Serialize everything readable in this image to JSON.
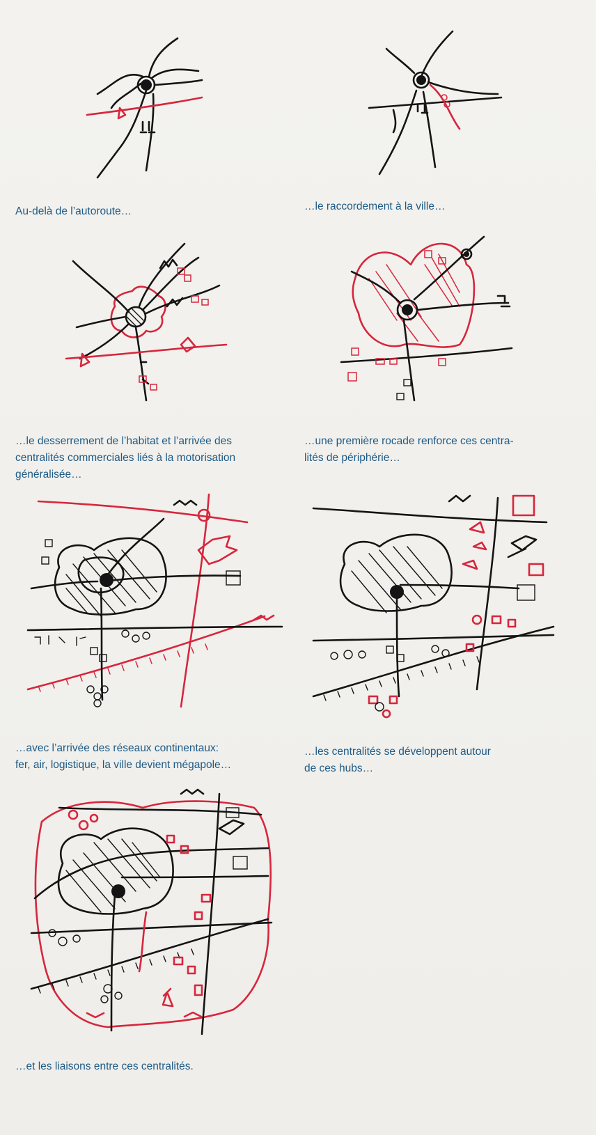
{
  "panels": [
    {
      "caption_lines": [
        "Au-delà de l’autoroute…"
      ]
    },
    {
      "caption_lines": [
        "…le raccordement à la ville…"
      ]
    },
    {
      "caption_lines": [
        "…le desserrement de l’habitat et l’arrivée des",
        "centralités commerciales liés à la motorisation",
        "généralisée…"
      ]
    },
    {
      "caption_lines": [
        "…une première rocade renforce ces centra-",
        "lités de périphérie…"
      ]
    },
    {
      "caption_lines": [
        "…avec l’arrivée des réseaux continentaux:",
        "fer, air, logistique, la ville devient mégapole…"
      ]
    },
    {
      "caption_lines": [
        "…les centralités se développent autour",
        "de ces hubs…"
      ]
    },
    {
      "caption_lines": [
        "…et les liaisons entre ces centralités."
      ]
    }
  ],
  "colors": {
    "caption": "#1d5a86",
    "ink_black": "#141414",
    "ink_red": "#d7263d",
    "paper": "#f1f0ec"
  }
}
